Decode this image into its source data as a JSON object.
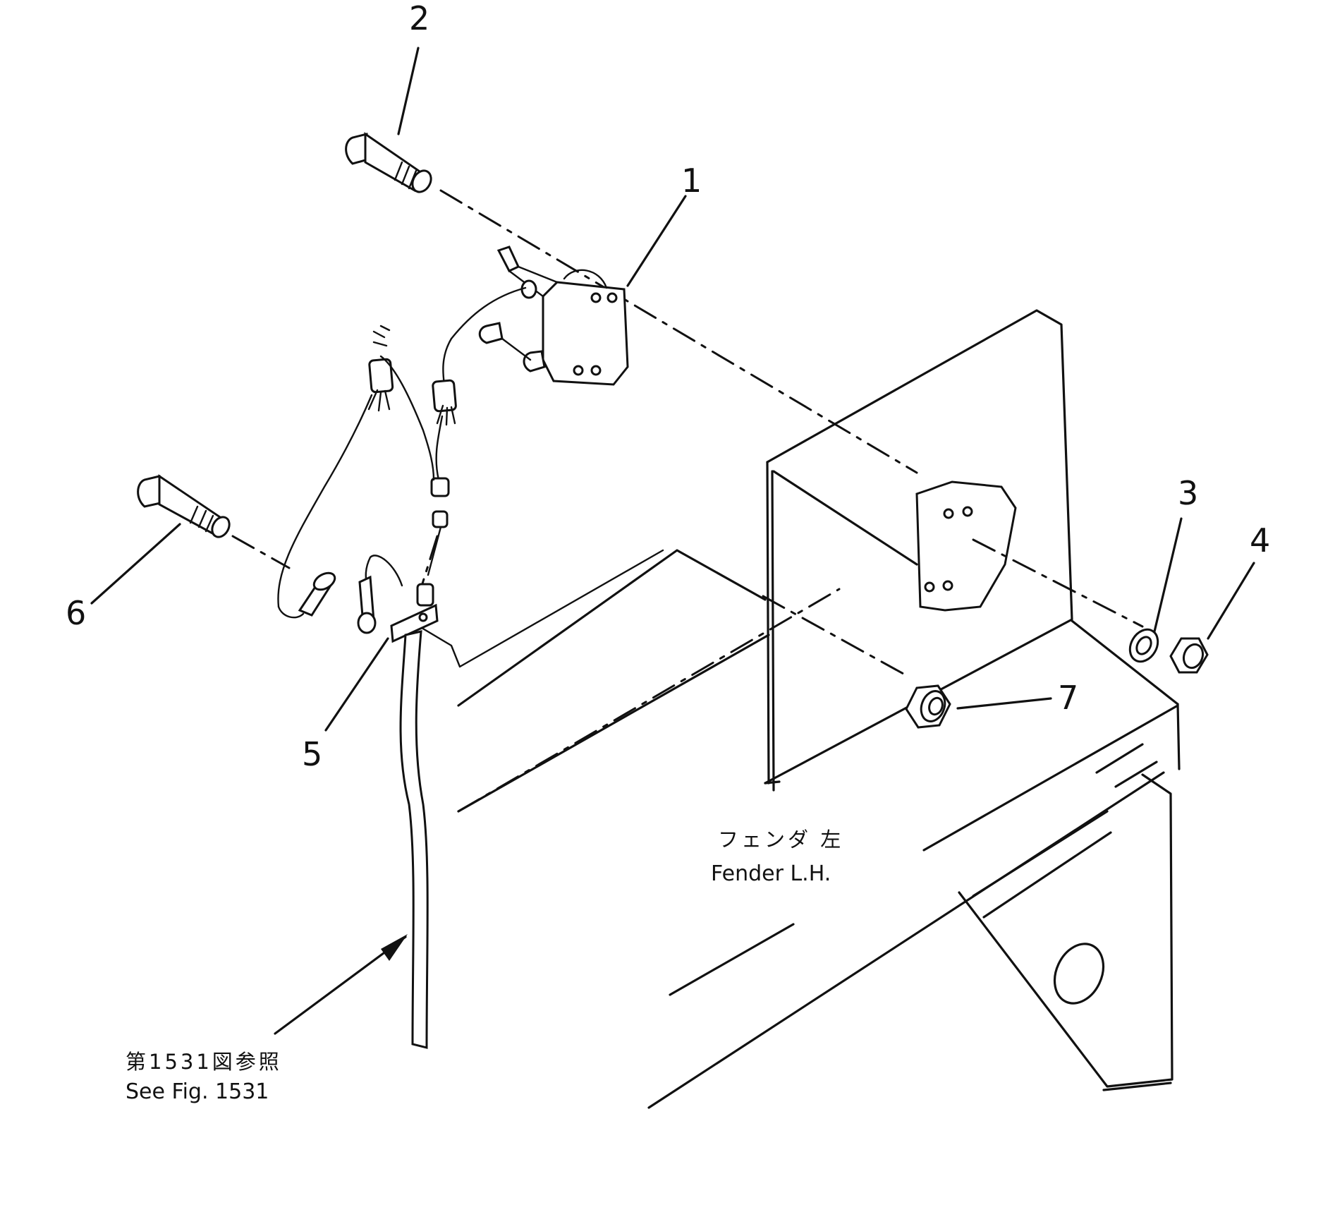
{
  "callouts": [
    {
      "id": "1",
      "text": "1"
    },
    {
      "id": "2",
      "text": "2"
    },
    {
      "id": "3",
      "text": "3"
    },
    {
      "id": "4",
      "text": "4"
    },
    {
      "id": "5",
      "text": "5"
    },
    {
      "id": "6",
      "text": "6"
    },
    {
      "id": "7",
      "text": "7"
    }
  ],
  "fender_label": {
    "jp": "フェンダ 左",
    "en": "Fender L.H."
  },
  "reference_label": {
    "jp": "第1531図参照",
    "en": "See Fig. 1531"
  }
}
